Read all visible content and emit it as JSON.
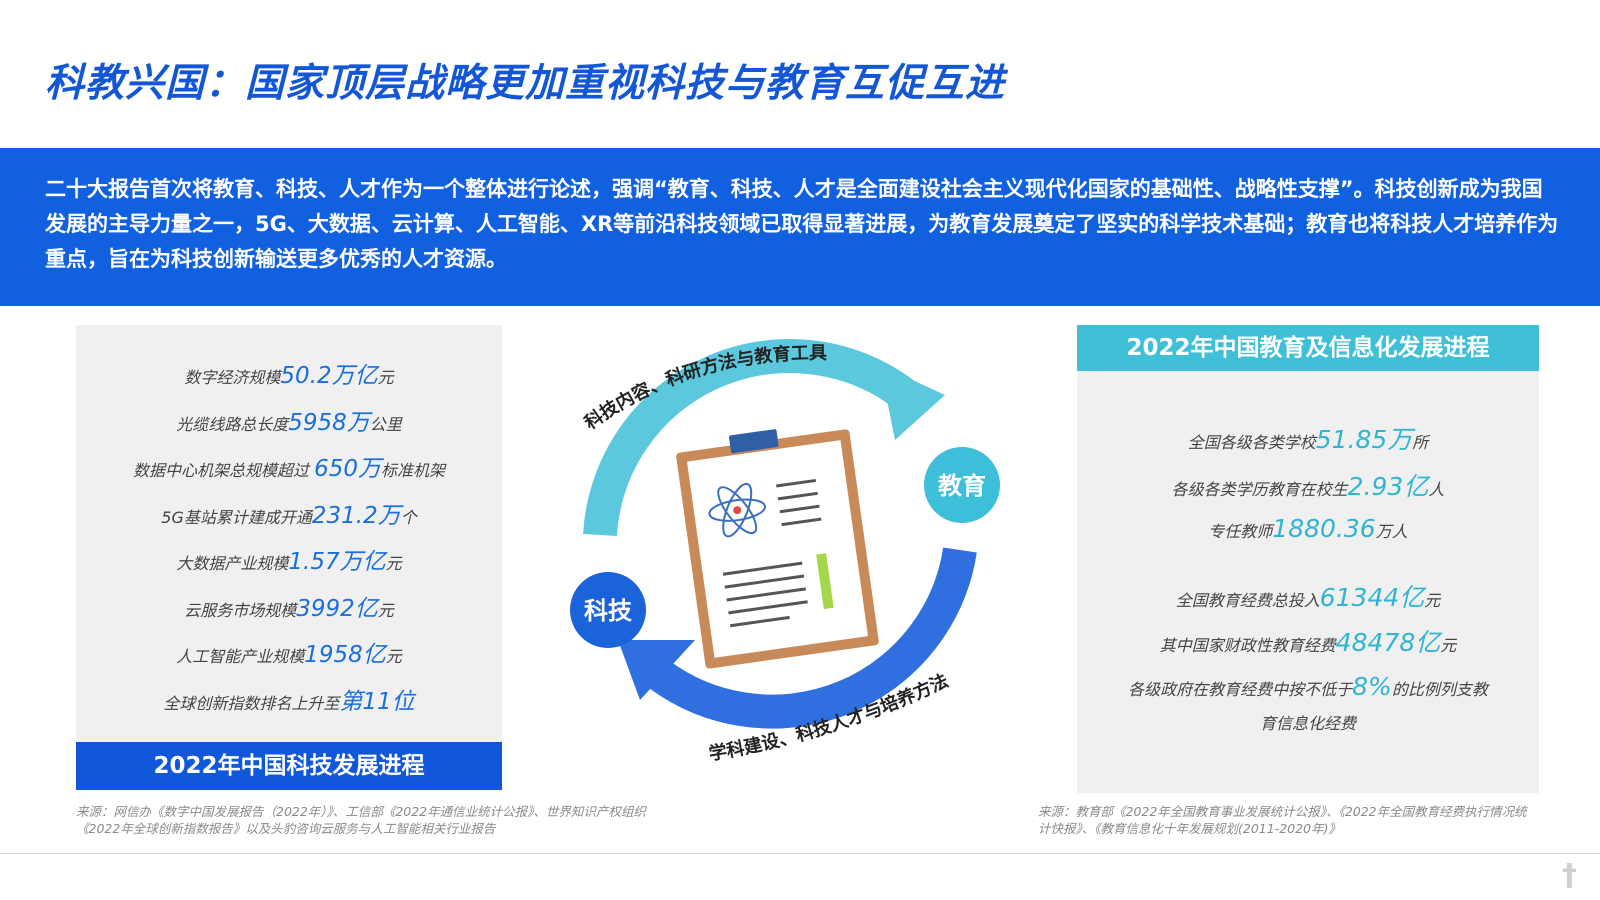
{
  "title": "科教兴国：国家顶层战略更加重视科技与教育互促互进",
  "intro": "二十大报告首次将教育、科技、人才作为一个整体进行论述，强调“教育、科技、人才是全面建设社会主义现代化国家的基础性、战略性支撑”。科技创新成为我国发展的主导力量之一，5G、大数据、云计算、人工智能、XR等前沿科技领域已取得显著进展，为教育发展奠定了坚实的科学技术基础；教育也将科技人才培养作为重点，旨在为科技创新输送更多优秀的人才资源。",
  "left_panel": {
    "items": [
      {
        "before": "数字经济规模",
        "value": "50.2万亿",
        "after": "元"
      },
      {
        "before": "光缆线路总长度",
        "value": "5958万",
        "after": "公里"
      },
      {
        "before": "数据中心机架总规模超过 ",
        "value": "650万",
        "after": "标准机架"
      },
      {
        "before": "5G基站累计建成开通",
        "value": "231.2万",
        "after": "个"
      },
      {
        "before": "大数据产业规模",
        "value": "1.57万亿",
        "after": "元"
      },
      {
        "before": "云服务市场规模",
        "value": "3992亿",
        "after": "元"
      },
      {
        "before": "人工智能产业规模",
        "value": "1958亿",
        "after": "元"
      },
      {
        "before": "全球创新指数排名上升至",
        "value": "第11位",
        "after": ""
      }
    ],
    "footer": "2022年中国科技发展进程",
    "source": "来源：网信办《数字中国发展报告（2022年）》、工信部《2022年通信业统计公报》、世界知识产权组织《2022年全球创新指数报告》以及头豹咨询云服务与人工智能相关行业报告"
  },
  "cycle": {
    "top_label": "科技内容、科研方法与教育工具",
    "bottom_label": "学科建设、科技人才与培养方法",
    "node_education": "教育",
    "node_tech": "科技",
    "color_top_arrow": "#5cc8de",
    "color_bottom_arrow": "#2f6fe0",
    "color_edu_node": "#3dbfd9",
    "color_tech_node": "#1b63d9"
  },
  "right_panel": {
    "header": "2022年中国教育及信息化发展进程",
    "items": [
      {
        "before": "全国各级各类学校",
        "value": "51.85万",
        "after": "所"
      },
      {
        "before": "各级各类学历教育在校生",
        "value": "2.93亿",
        "after": "人"
      },
      {
        "before": "专任教师",
        "value": "1880.36",
        "after": "万人"
      },
      {
        "before": "全国教育经费总投入",
        "value": "61344亿",
        "after": "元"
      },
      {
        "before": "其中国家财政性教育经费",
        "value": "48478亿",
        "after": "元"
      },
      {
        "before": "各级政府在教育经费中按不低于",
        "value": "8%",
        "after": "的比例列支教"
      }
    ],
    "last_line": "育信息化经费",
    "source": "来源：教育部《2022年全国教育事业发展统计公报》、《2022年全国教育经费执行情况统计快报》、《教育信息化十年发展规划(2011-2020年)》"
  },
  "colors": {
    "title": "#1457d6",
    "banner": "#1060e0",
    "left_highlight": "#1a6fdb",
    "right_highlight": "#30b4d0",
    "right_header": "#40c0d6"
  }
}
